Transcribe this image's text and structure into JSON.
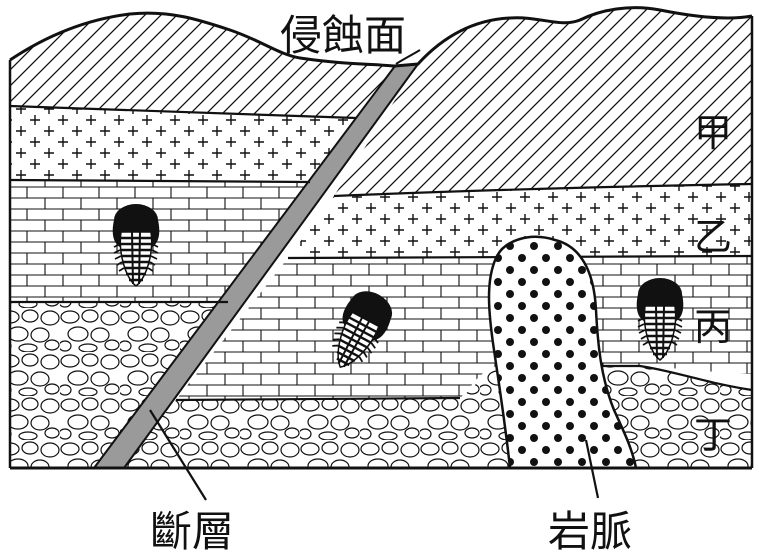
{
  "labels": {
    "erosion_surface": "侵蝕面",
    "fault": "斷層",
    "dike": "岩脈",
    "layer_jia": "甲",
    "layer_yi": "乙",
    "layer_bing": "丙",
    "layer_ding": "丁"
  },
  "icons": [
    "trilobite-fossil-icon"
  ],
  "colors": {
    "fault_fill": "#9a9a9a",
    "line": "#111111",
    "background": "#ffffff"
  }
}
